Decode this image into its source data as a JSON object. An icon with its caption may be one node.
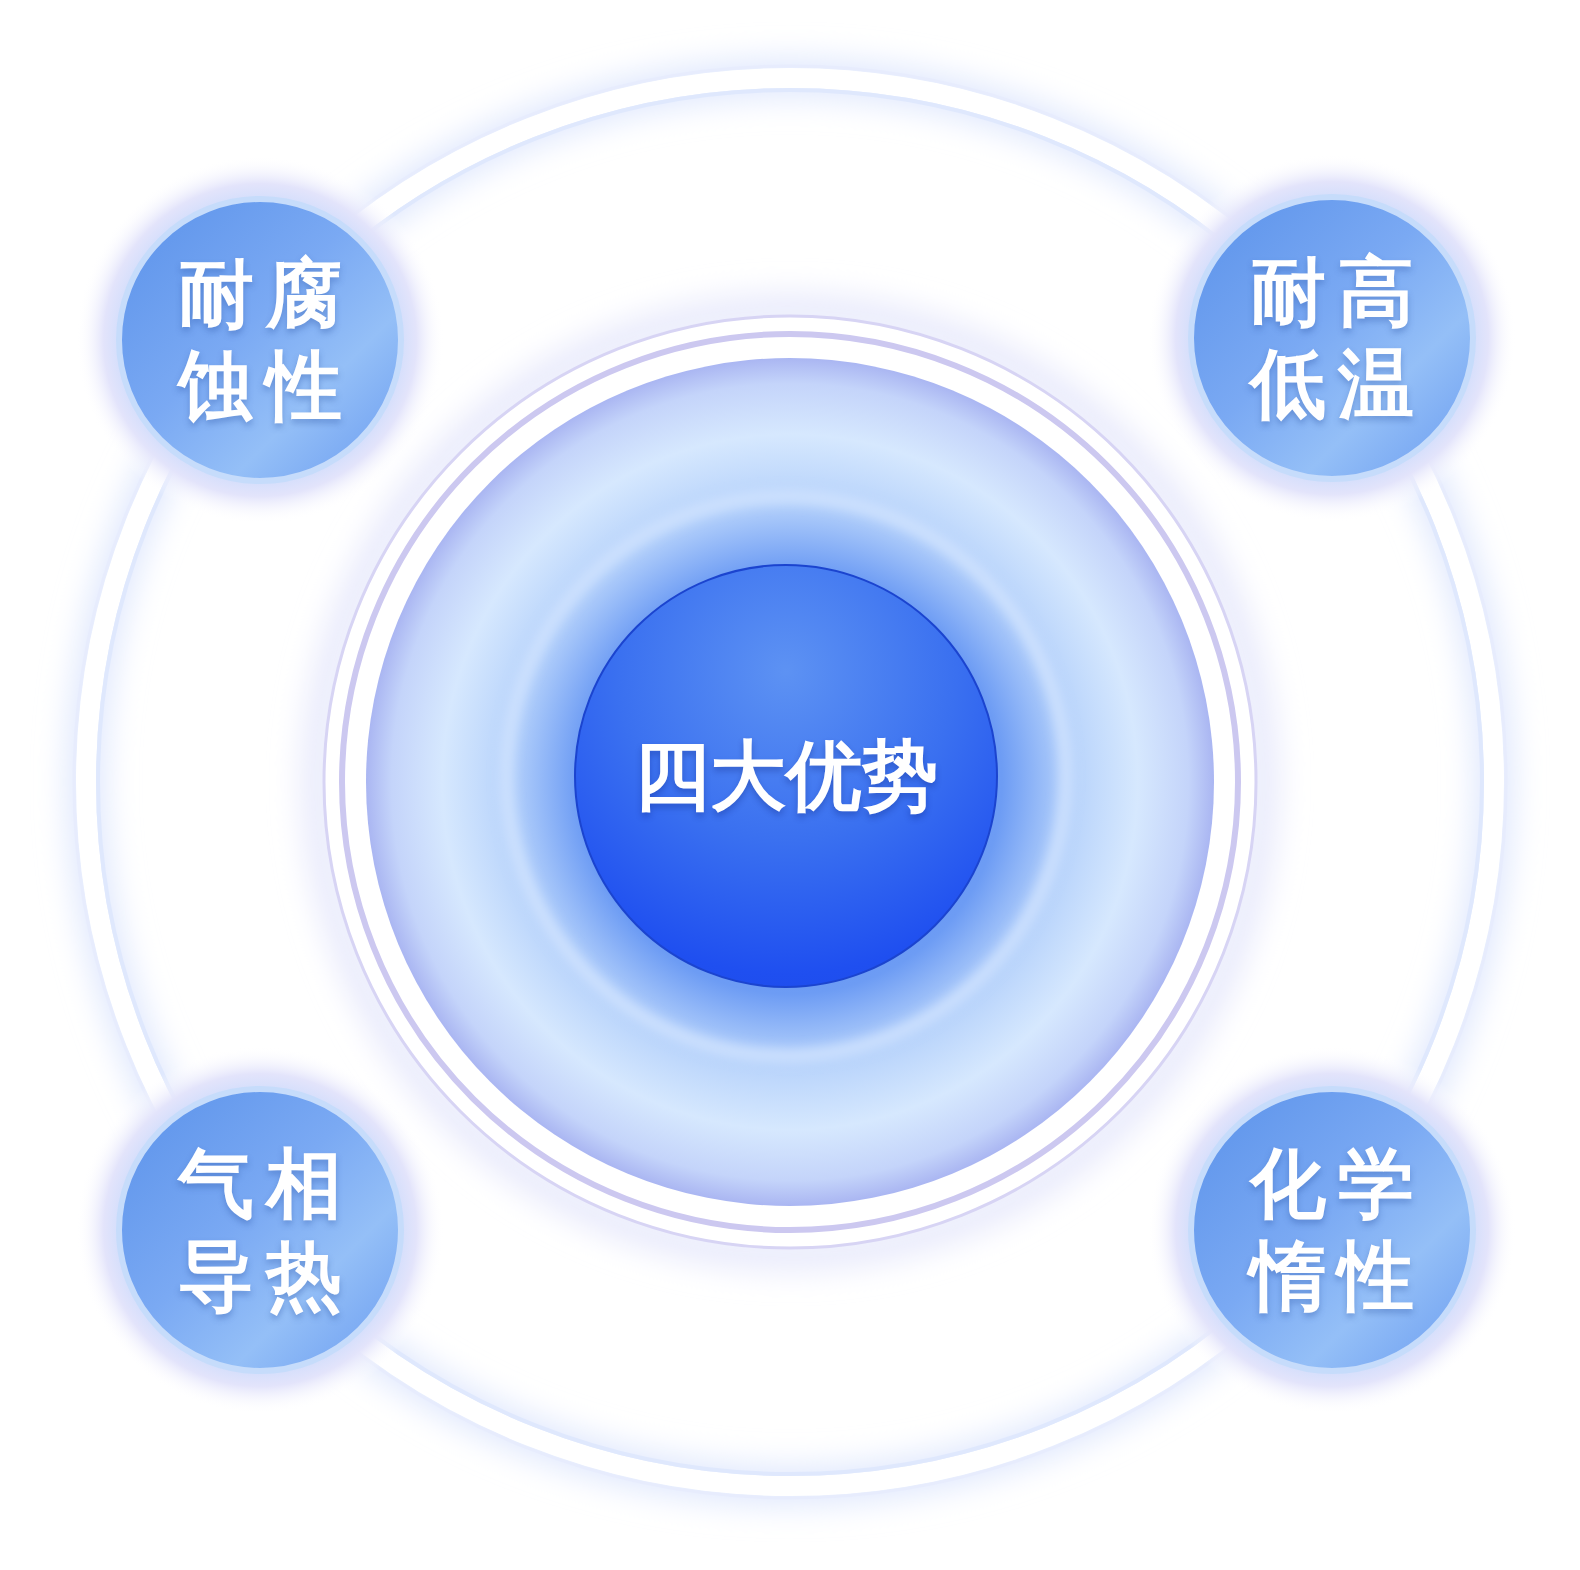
{
  "diagram": {
    "nodes": [
      {
        "text": [
          "耐腐蚀性"
        ]
      },
      {
        "text": [
          "耐高低温"
        ]
      },
      {
        "text": [
          "四大优势"
        ]
      },
      {
        "text": [
          "气相导热"
        ]
      },
      {
        "text": [
          "化学惰性"
        ]
      }
    ]
  }
}
